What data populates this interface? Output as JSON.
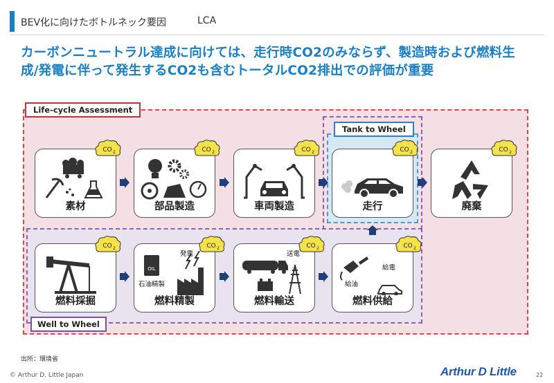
{
  "header": {
    "title": "BEV化に向けたボトルネック要因",
    "subtitle": "LCA"
  },
  "headline": {
    "line1": "カーボンニュートラル達成に向けては、走行時CO2のみならず、製造時および燃料生",
    "line2": "成/発電に伴って発生するCO2も含むトータルCO2排出での評価が重要"
  },
  "frames": {
    "lca": "Life-cycle Assessment",
    "tank_to_wheel": "Tank to Wheel",
    "well_to_wheel": "Well to Wheel"
  },
  "stages_top": [
    {
      "label": "素材",
      "icon": "materials-icon"
    },
    {
      "label": "部品製造",
      "icon": "parts-icon"
    },
    {
      "label": "車両製造",
      "icon": "assembly-icon"
    },
    {
      "label": "走行",
      "icon": "car-icon"
    },
    {
      "label": "廃棄",
      "icon": "recycle-icon"
    }
  ],
  "stages_bottom": [
    {
      "label": "燃料採掘",
      "icon": "pumpjack-icon"
    },
    {
      "label": "燃料精製",
      "icon": "refinery-icon",
      "sub_labels": [
        "発電",
        "石油精製"
      ],
      "oil_drum_text": "OIL"
    },
    {
      "label": "燃料輸送",
      "icon": "transport-icon",
      "sub_labels": [
        "送電"
      ]
    },
    {
      "label": "燃料供給",
      "icon": "supply-icon",
      "sub_labels": [
        "給電",
        "給油"
      ]
    }
  ],
  "co2_badge": {
    "text": "CO",
    "subscript": "2",
    "color": "#f4e24a"
  },
  "footer": {
    "source": "出所：環境省",
    "copyright": "© Arthur D. Little Japan",
    "logo": "Arthur D Little",
    "page": "22"
  },
  "colors": {
    "accent": "#1b7fc4",
    "lca_border": "#e0454a",
    "wtw_border": "#8a5fb0",
    "ttw_border": "#4a9ad6",
    "arrow": "#1f3f7a"
  }
}
